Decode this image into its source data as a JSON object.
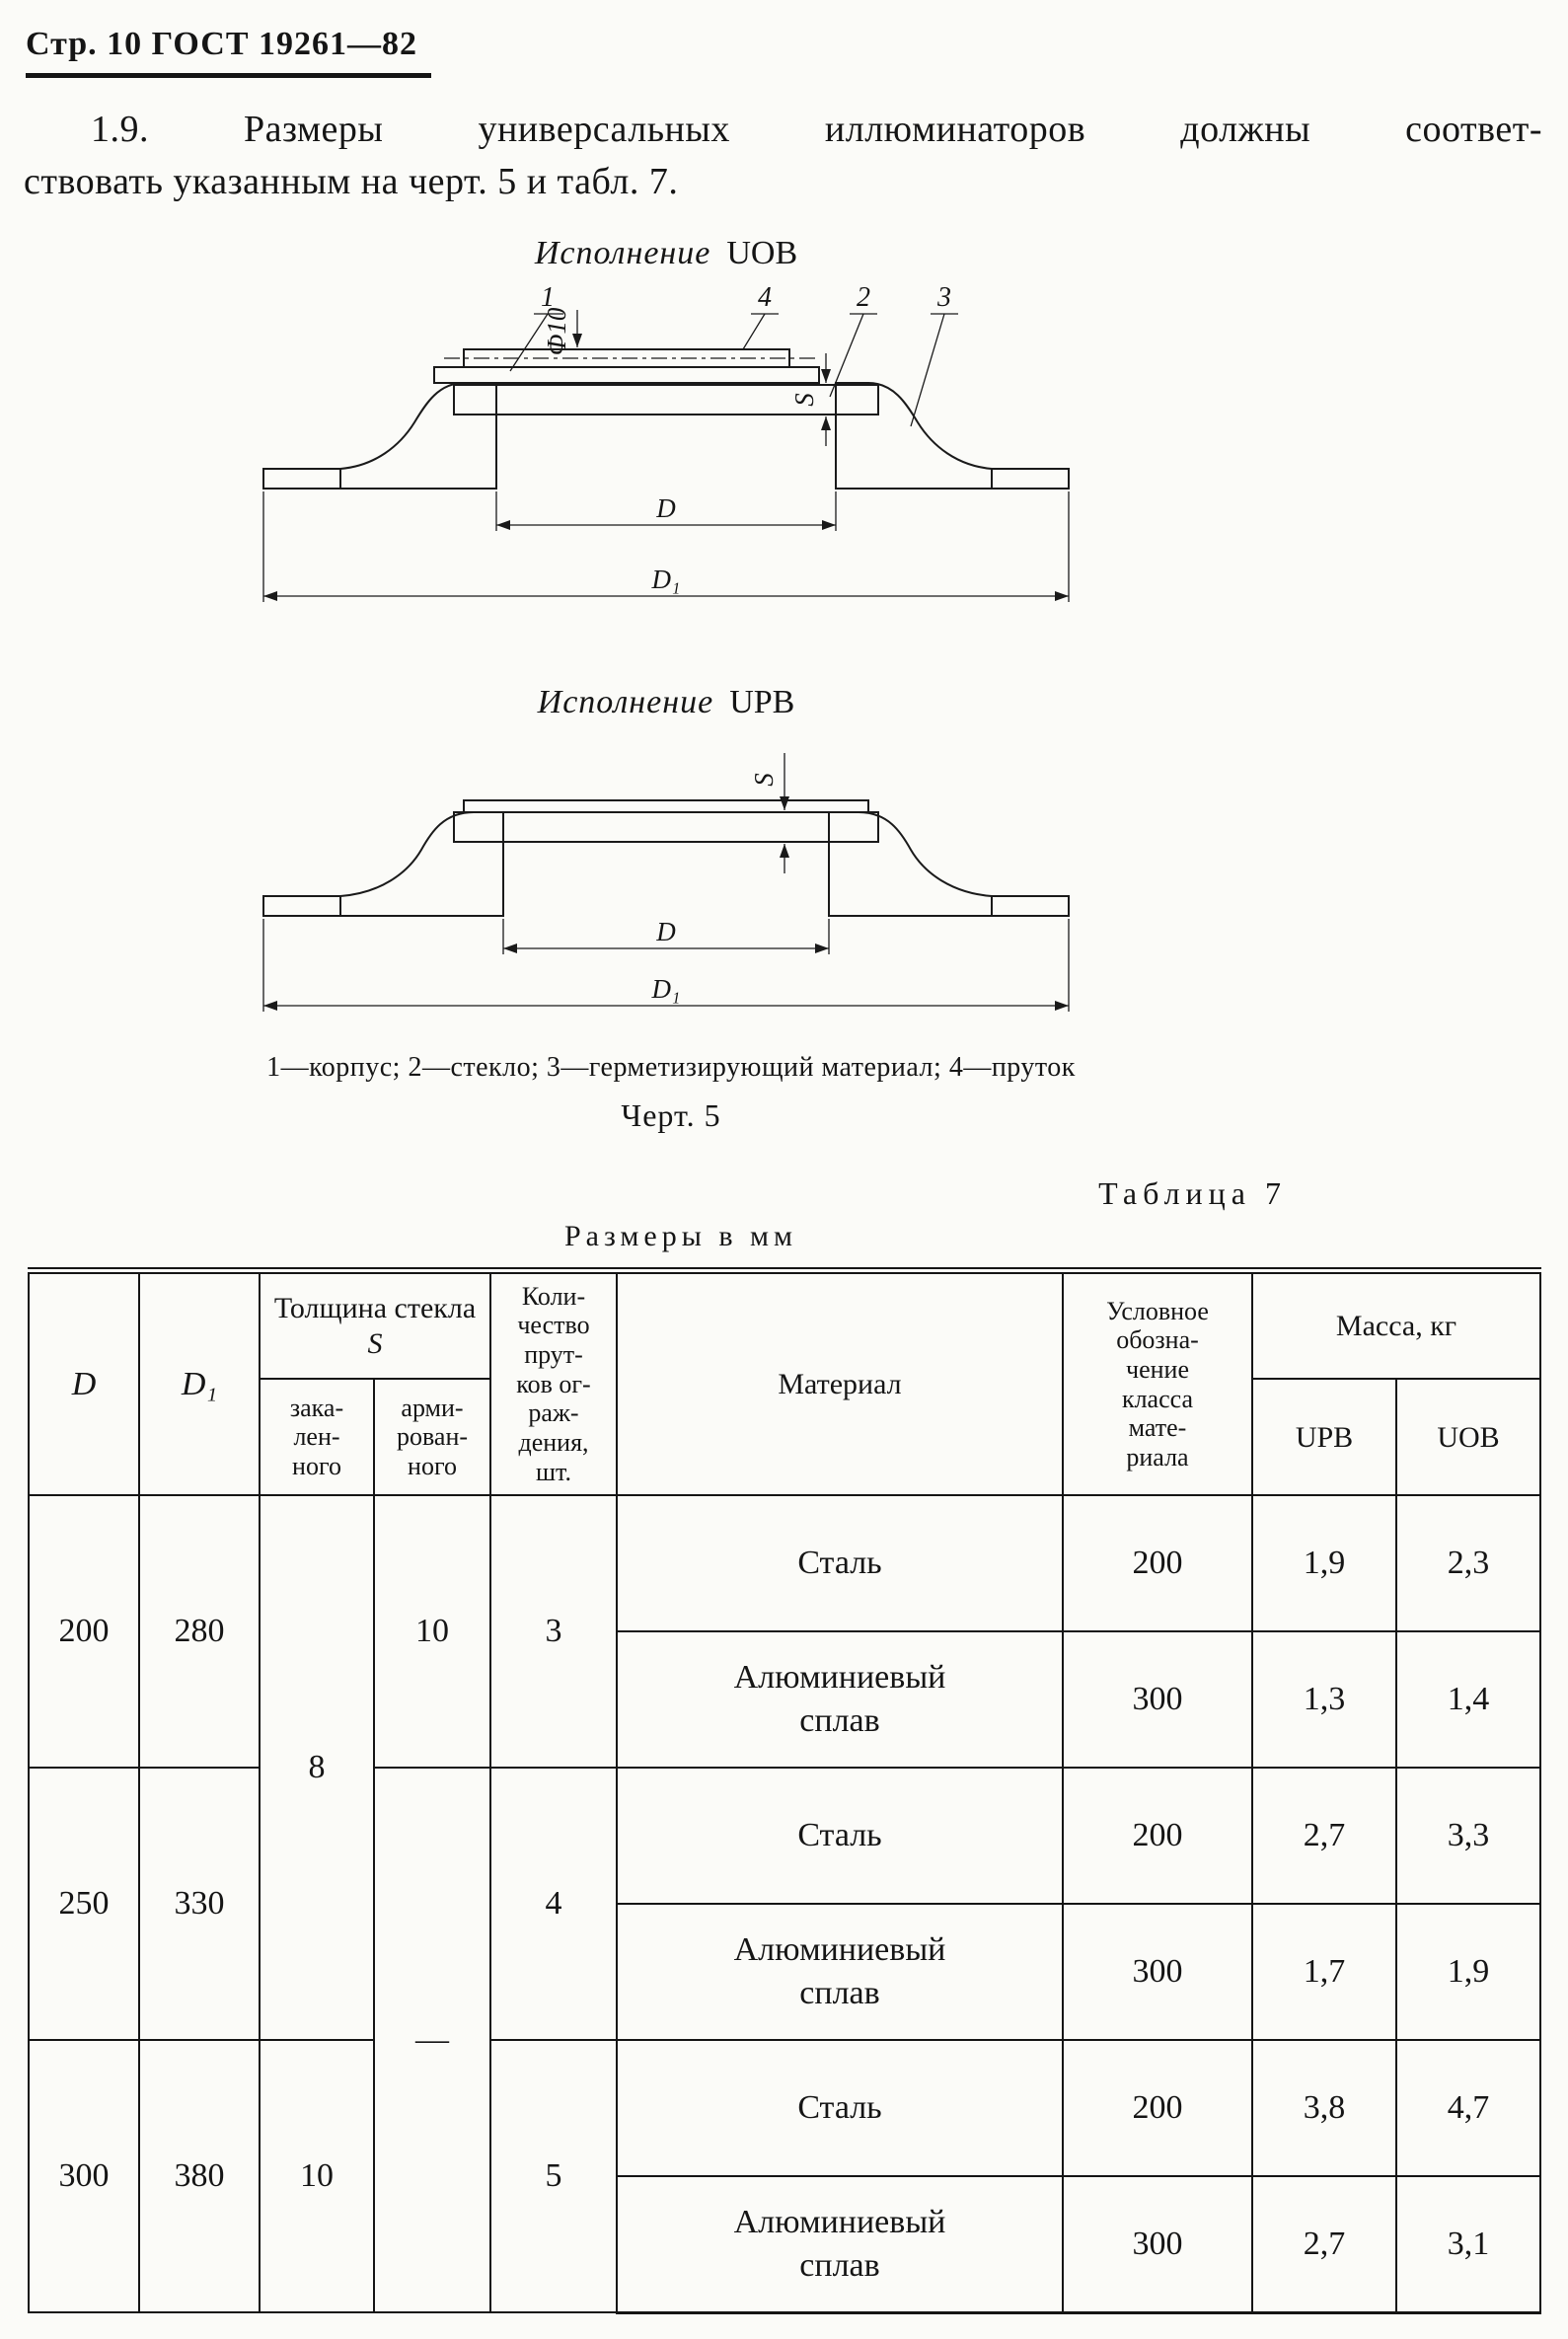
{
  "colors": {
    "paper": "#fbfbf8",
    "ink": "#151515"
  },
  "page_header": {
    "title": "Стр. 10 ГОСТ 19261—82"
  },
  "paragraph": {
    "text_line1": "1.9. Размеры универсальных иллюминаторов должны соответ-",
    "text_line2": "ствовать указанным на черт. 5 и табл. 7."
  },
  "figures": {
    "uob": {
      "title_word": "Исполнение",
      "title_code": "UOB"
    },
    "upb": {
      "title_word": "Исполнение",
      "title_code": "UPB"
    },
    "labels": {
      "phi": "Ф10",
      "d": "D",
      "d1": "D₁",
      "s": "S",
      "n1": "1",
      "n2": "2",
      "n3": "3",
      "n4": "4"
    },
    "caption": "1—корпус; 2—стекло; 3—герметизирующий материал; 4—пруток",
    "figure_number": "Черт. 5"
  },
  "table": {
    "label": "Таблица 7",
    "units": "Размеры в мм",
    "headers": {
      "d": "D",
      "d1": "D₁",
      "glass_thickness": "Толщина стекла",
      "glass_s": "S",
      "hardened": "зака-\nлен-\nного",
      "reinforced": "арми-\nрован-\nного",
      "rods": "Коли-\nчество\nпрут-\nков ог-\nраж-\nдения,\nшт.",
      "material": "Материал",
      "class_code": "Условное\nобозна-\nчение\nкласса\nмате-\nриала",
      "mass": "Масса, кг",
      "upb": "UPB",
      "uob": "UOB"
    },
    "spans": {
      "d": [
        "200",
        "250",
        "300"
      ],
      "d1": [
        "280",
        "330",
        "380"
      ],
      "hardened": [
        "8",
        "10"
      ],
      "reinforced": [
        "10",
        "—"
      ],
      "rods": [
        "3",
        "4",
        "5"
      ]
    },
    "rows": [
      {
        "material": "Сталь",
        "class": "200",
        "upb": "1,9",
        "uob": "2,3"
      },
      {
        "material": "Алюминиевый\nсплав",
        "class": "300",
        "upb": "1,3",
        "uob": "1,4"
      },
      {
        "material": "Сталь",
        "class": "200",
        "upb": "2,7",
        "uob": "3,3"
      },
      {
        "material": "Алюминиевый\nсплав",
        "class": "300",
        "upb": "1,7",
        "uob": "1,9"
      },
      {
        "material": "Сталь",
        "class": "200",
        "upb": "3,8",
        "uob": "4,7"
      },
      {
        "material": "Алюминиевый\nсплав",
        "class": "300",
        "upb": "2,7",
        "uob": "3,1"
      }
    ]
  }
}
